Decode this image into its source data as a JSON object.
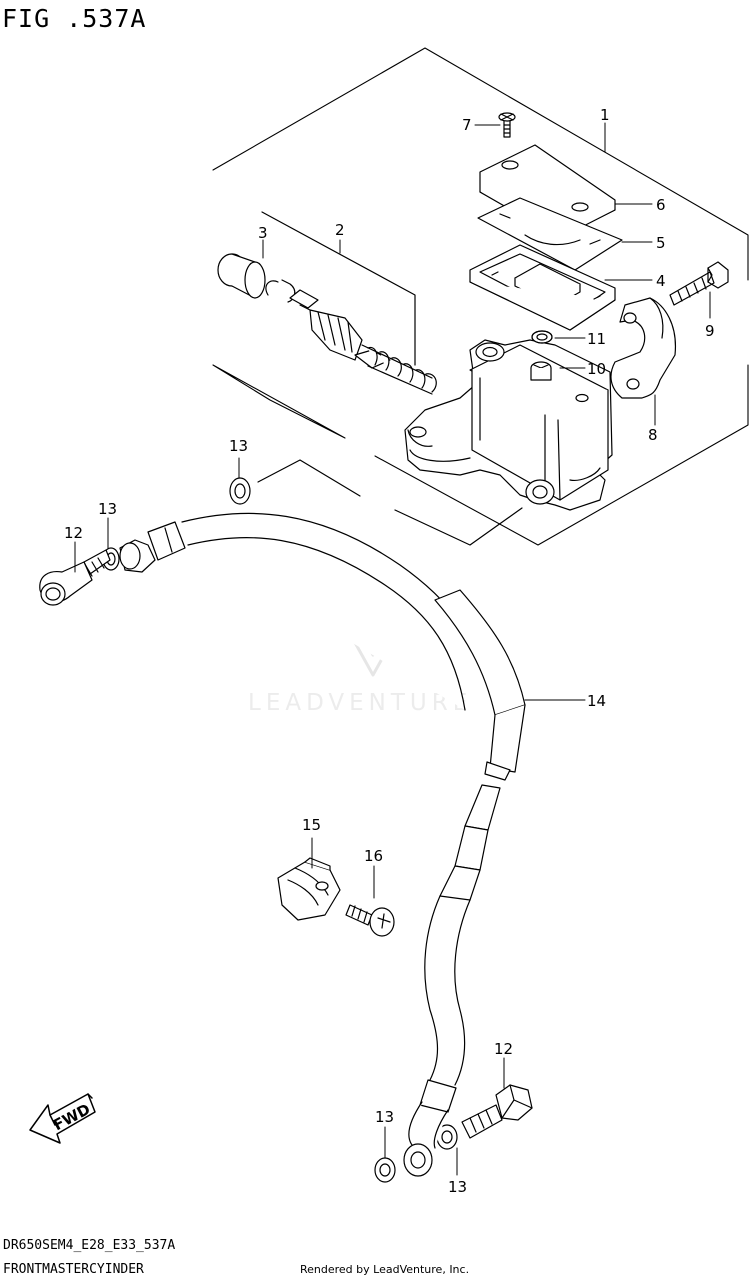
{
  "figure": {
    "title": "FIG .537A"
  },
  "callouts": {
    "c1": "1",
    "c2": "2",
    "c3": "3",
    "c4": "4",
    "c5": "5",
    "c6": "6",
    "c7": "7",
    "c8": "8",
    "c9": "9",
    "c10": "10",
    "c11": "11",
    "c12a": "12",
    "c12b": "12",
    "c13a": "13",
    "c13b": "13",
    "c13c": "13",
    "c13d": "13",
    "c14": "14",
    "c15": "15",
    "c16": "16"
  },
  "direction_marker": {
    "label": "FWD"
  },
  "footer": {
    "model_code": "DR650SEM4_E28_E33_537A",
    "section_name": "FRONTMASTERCYINDER",
    "render_credit": "Rendered by LeadVenture, Inc."
  },
  "watermark": {
    "text": "LEADVENTURE"
  }
}
